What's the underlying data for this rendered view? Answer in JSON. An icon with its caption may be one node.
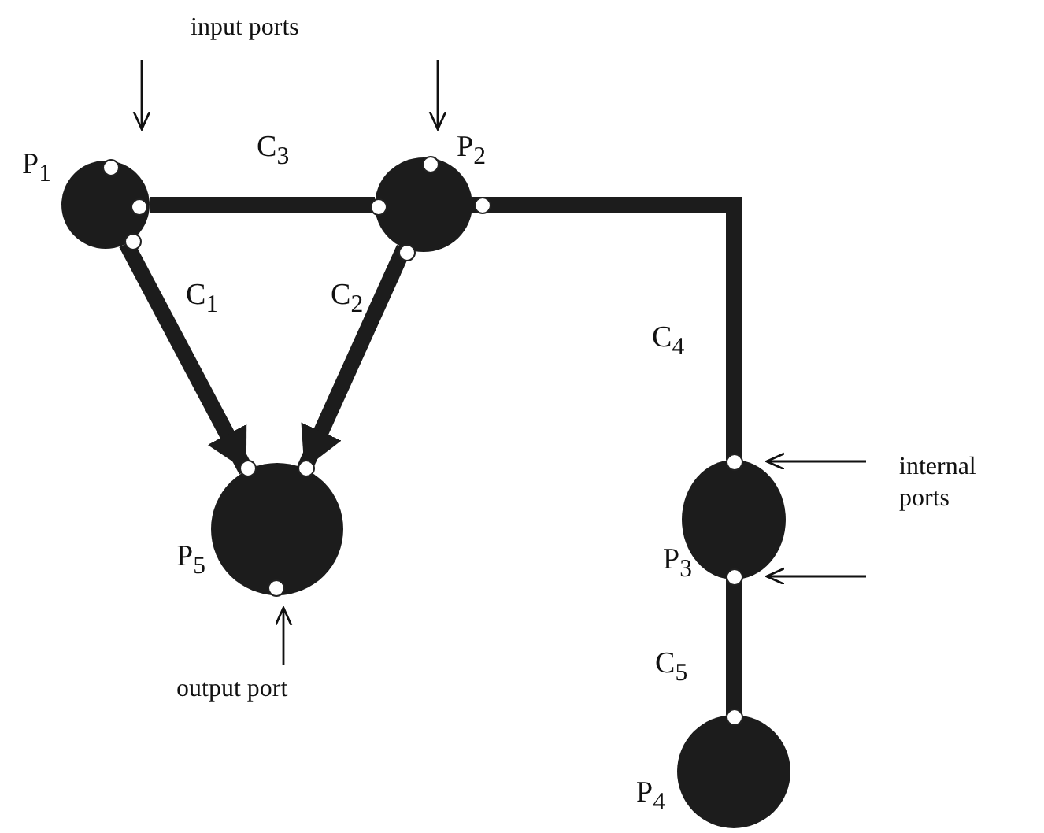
{
  "diagram": {
    "nodes": [
      {
        "text": [],
        "shape": "circle",
        "beside": [
          "P$_{1}$"
        ]
      },
      {
        "text": [],
        "shape": "circle",
        "beside": [
          "P$_{2}$"
        ]
      },
      {
        "text": [],
        "shape": "circle",
        "beside": [
          "P$_{5}$"
        ]
      },
      {
        "text": [],
        "shape": "circle",
        "beside": [
          "P$_{3}$"
        ]
      },
      {
        "text": [],
        "shape": "circle",
        "beside": [
          "P$_{4}$"
        ]
      }
    ],
    "edges": [
      {
        "from": 0,
        "to": 1,
        "arrow": "none",
        "label": "C$_{3}$"
      },
      {
        "from": 0,
        "to": 2,
        "arrow": "to",
        "label": "C$_{1}$"
      },
      {
        "from": 1,
        "to": 2,
        "arrow": "to",
        "label": "C$_{2}$"
      },
      {
        "from": 1,
        "to": 3,
        "arrow": "none",
        "label": "C$_{4}$"
      },
      {
        "from": 3,
        "to": 4,
        "arrow": "none",
        "label": "C$_{5}$"
      }
    ],
    "labels": [
      "input ports",
      "internal ports",
      "output port"
    ]
  }
}
